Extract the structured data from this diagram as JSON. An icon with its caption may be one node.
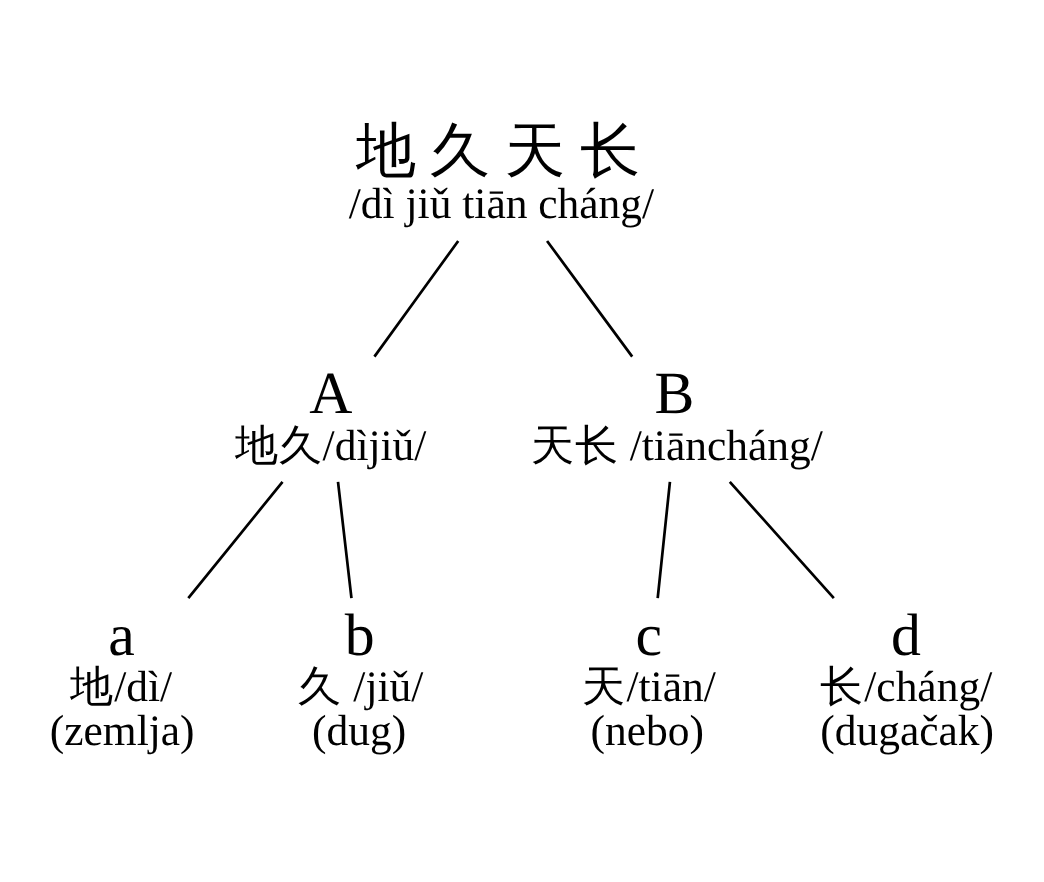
{
  "diagram": {
    "nodes": [
      {
        "text": [
          "地 久 天 长",
          "/dì jiǔ tiān cháng/"
        ]
      },
      {
        "text": [
          "A",
          "地久/dìjiǔ/"
        ]
      },
      {
        "text": [
          "B",
          "天长 /tiāncháng/"
        ]
      },
      {
        "text": [
          "a",
          "地/dì/",
          "(zemlja)"
        ]
      },
      {
        "text": [
          "b",
          "久 /jiǔ/",
          "(dug)"
        ]
      },
      {
        "text": [
          "c",
          "天/tiān/",
          "(nebo)"
        ]
      },
      {
        "text": [
          "d",
          "长/cháng/",
          "(dugačak)"
        ]
      }
    ],
    "edges": [
      {
        "from": 0,
        "to": 1,
        "arrow": "none"
      },
      {
        "from": 0,
        "to": 2,
        "arrow": "none"
      },
      {
        "from": 1,
        "to": 3,
        "arrow": "none"
      },
      {
        "from": 1,
        "to": 4,
        "arrow": "none"
      },
      {
        "from": 2,
        "to": 5,
        "arrow": "none"
      },
      {
        "from": 2,
        "to": 6,
        "arrow": "none"
      }
    ]
  }
}
